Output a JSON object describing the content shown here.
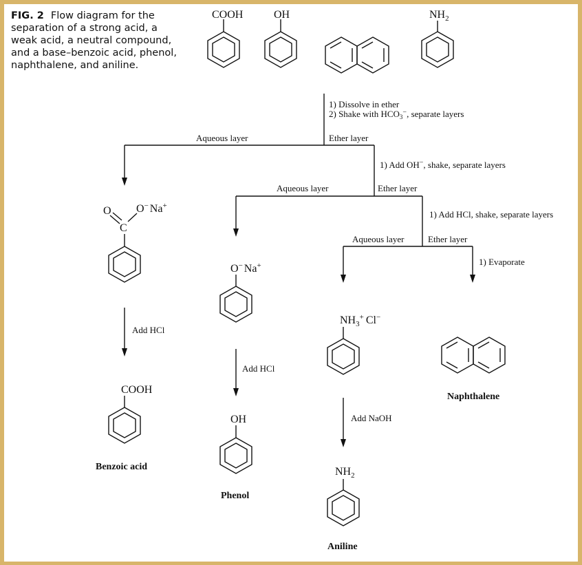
{
  "caption": {
    "fig_label": "FIG. 2",
    "text": "Flow diagram for the separation of a strong acid, a weak acid, a neutral compound, and a base–benzoic acid, phenol, naphthalene, and aniline."
  },
  "top_labels": {
    "cooh": "COOH",
    "oh": "OH",
    "nh2": "NH"
  },
  "steps": {
    "step1_line1": "1) Dissolve in ether",
    "step1_line2": "2) Shake with HCO",
    "step2": "1) Add OH",
    "step2_tail": ", shake, separate layers",
    "step3": "1) Add HCl, shake, separate layers",
    "step4": "1) Evaporate",
    "step1_line2_tail": ", separate layers"
  },
  "layers": {
    "aqueous": "Aqueous layer",
    "ether": "Ether layer"
  },
  "intermediates": {
    "benzoate_o": "O",
    "benzoate_c": "C",
    "benzoate_ona": "O",
    "na": "Na",
    "phenoxide_o": "O",
    "anilinium": "NH",
    "cl": "Cl"
  },
  "reagents": {
    "add_hcl": "Add HCl",
    "add_naoh": "Add NaOH"
  },
  "products": {
    "benzoic_acid": "Benzoic acid",
    "phenol": "Phenol",
    "aniline": "Aniline",
    "naphthalene": "Naphthalene",
    "cooh": "COOH",
    "oh": "OH",
    "nh2": "NH"
  }
}
